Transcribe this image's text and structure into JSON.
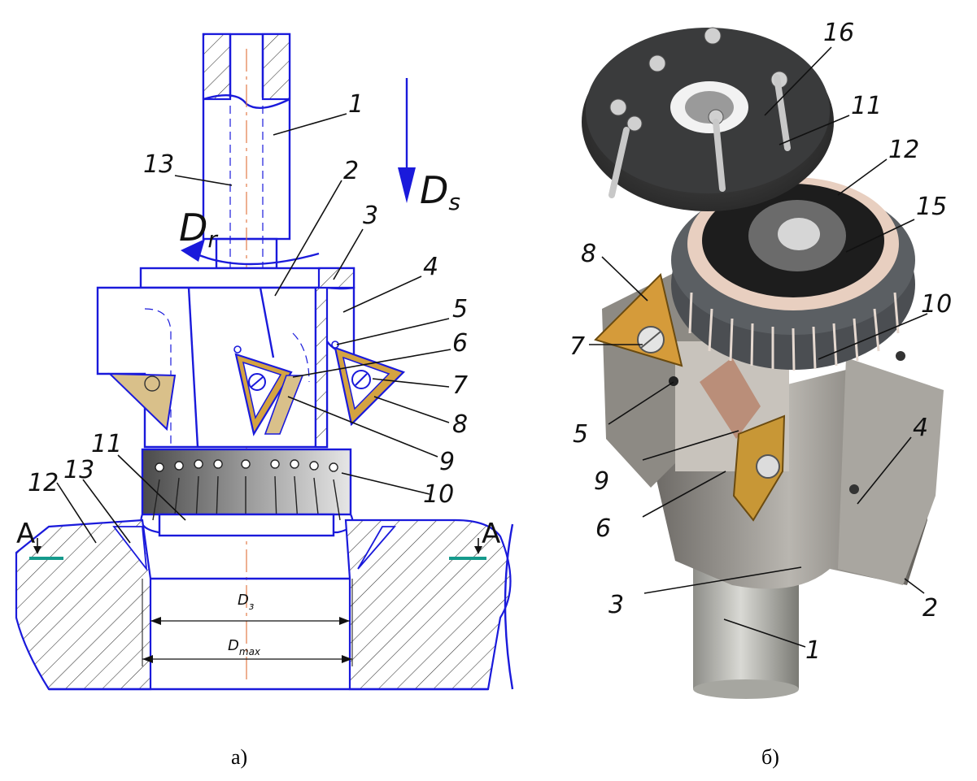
{
  "figure": {
    "caption_a": "а)",
    "caption_b": "б)"
  },
  "drawing_a": {
    "labels": {
      "n1": "1",
      "n2": "2",
      "n3": "3",
      "n4": "4",
      "n5": "5",
      "n6": "6",
      "n7": "7",
      "n8": "8",
      "n9": "9",
      "n10": "10",
      "n11": "11",
      "n12": "12",
      "n13_top": "13",
      "n13_bottom": "13"
    },
    "section_marker": "A",
    "section_marker_right": "A",
    "motion_rotation": "D",
    "motion_rotation_sub": "r",
    "motion_feed": "D",
    "motion_feed_sub": "s",
    "dim_1": "D",
    "dim_1_sub": "з",
    "dim_2": "D",
    "dim_2_sub": "max"
  },
  "photo_b": {
    "labels": {
      "n1": "1",
      "n2": "2",
      "n3": "3",
      "n4": "4",
      "n5": "5",
      "n6": "6",
      "n7": "7",
      "n8": "8",
      "n9": "9",
      "n10": "10",
      "n11": "11",
      "n12": "12",
      "n15": "15",
      "n16": "16"
    }
  },
  "colors": {
    "outline": "#1a1adb",
    "insert": "#d4a341",
    "annotation": "#111111",
    "section_mark": "#159a8c"
  }
}
